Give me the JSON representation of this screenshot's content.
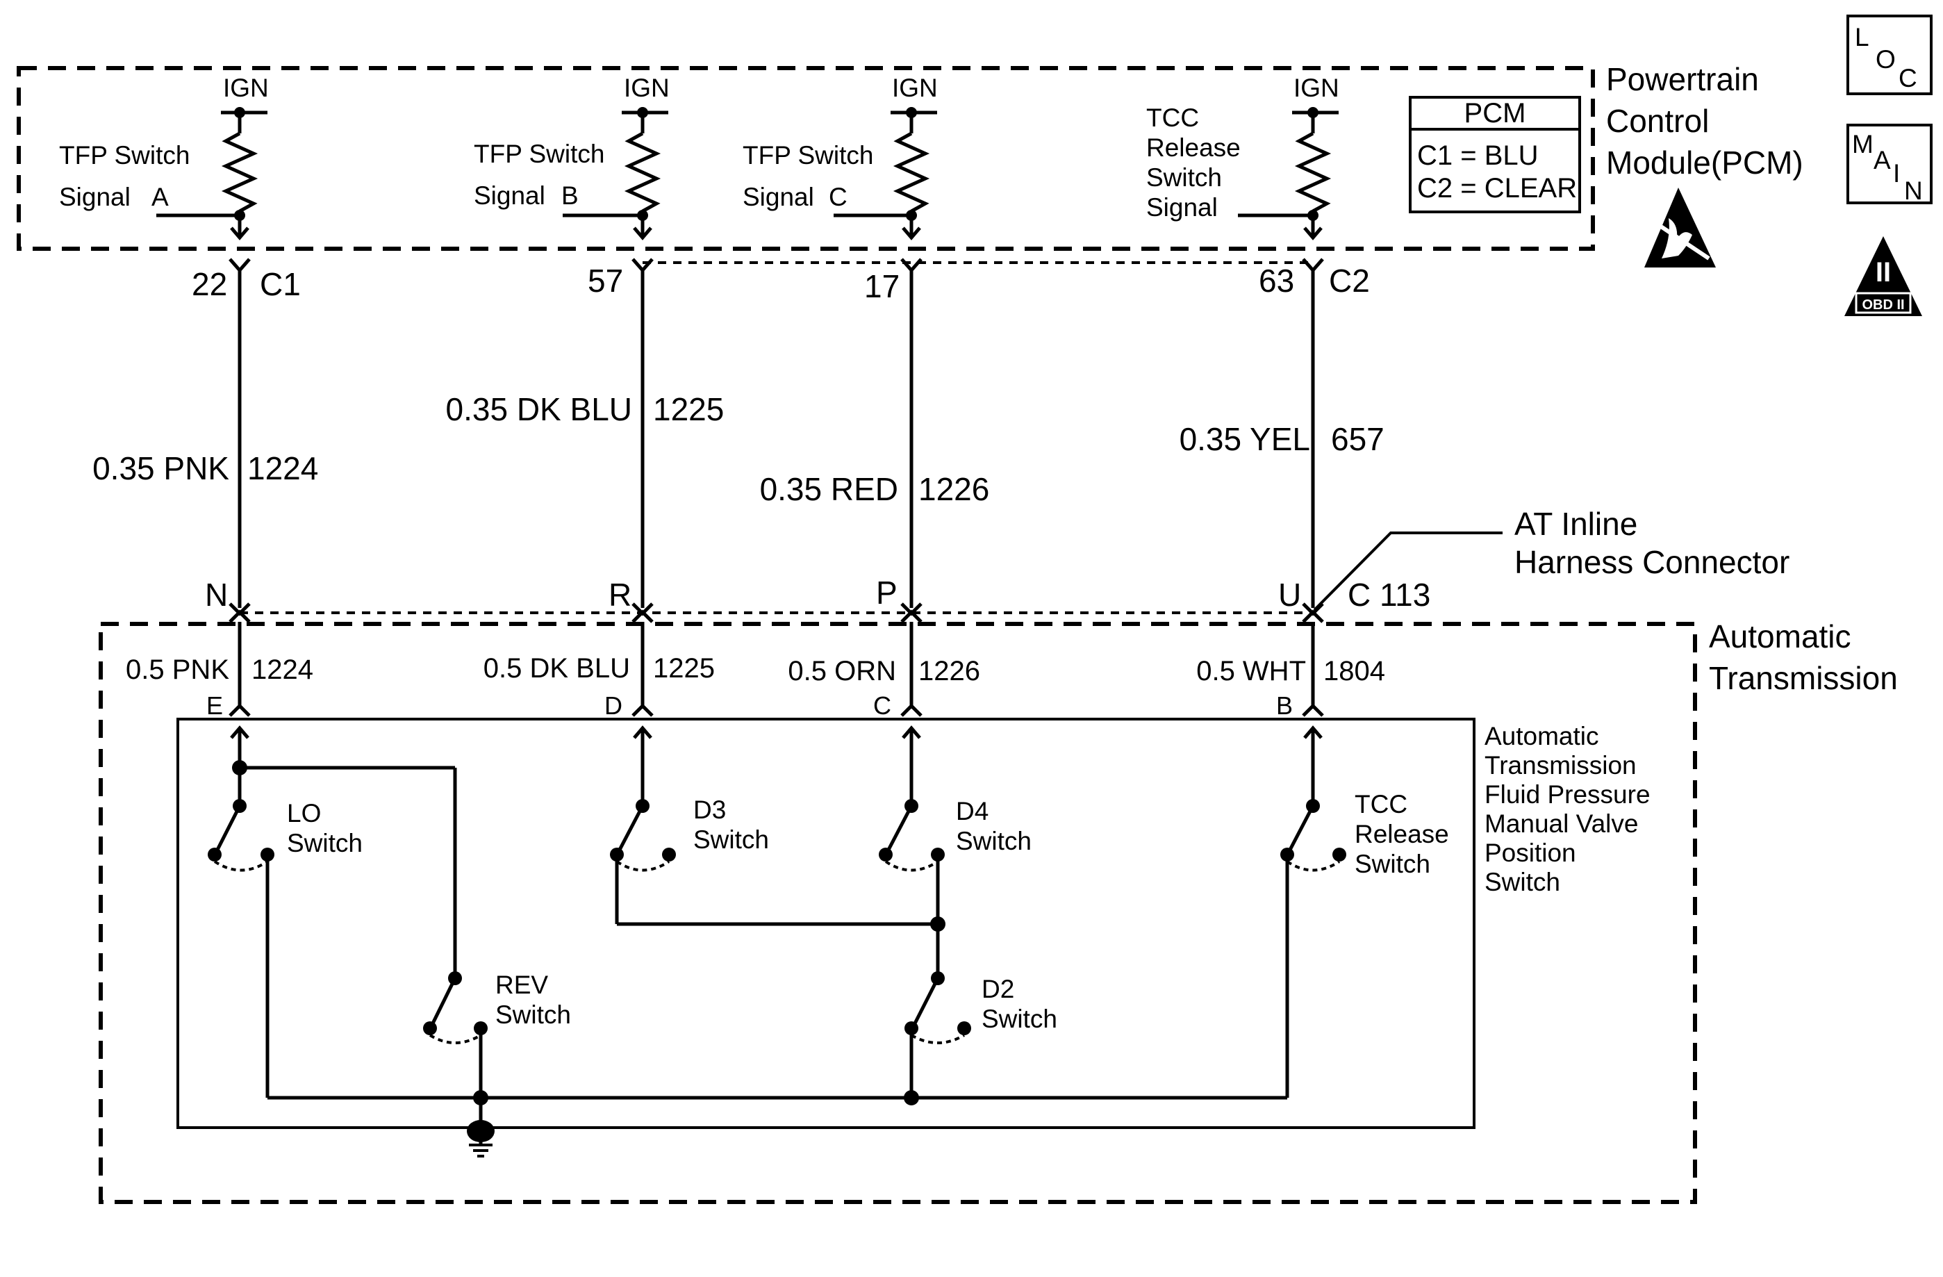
{
  "pcm": {
    "name_line1": "Powertrain",
    "name_line2": "Control",
    "name_line3": "Module(PCM)",
    "ign": [
      "IGN",
      "IGN",
      "IGN",
      "IGN"
    ],
    "signals": [
      {
        "line1": "TFP Switch",
        "line2": "Signal",
        "suffix": "A"
      },
      {
        "line1": "TFP Switch",
        "line2": "Signal",
        "suffix": "B"
      },
      {
        "line1": "TFP Switch",
        "line2": "Signal",
        "suffix": "C"
      },
      {
        "line1": "TCC",
        "line2": "Release",
        "line3": "Switch",
        "line4": "Signal"
      }
    ],
    "legend": {
      "title": "PCM",
      "c1": "C1 = BLU",
      "c2": "C2 = CLEAR"
    }
  },
  "pcm_pins": [
    {
      "pin": "22",
      "connector": "C1"
    },
    {
      "pin": "57"
    },
    {
      "pin": "17"
    },
    {
      "pin": "63",
      "connector": "C2"
    }
  ],
  "wires_upper": [
    {
      "gauge_color": "0.35 PNK",
      "circuit": "1224"
    },
    {
      "gauge_color": "0.35 DK BLU",
      "circuit": "1225"
    },
    {
      "gauge_color": "0.35 RED",
      "circuit": "1226"
    },
    {
      "gauge_color": "0.35 YEL",
      "circuit": "657"
    }
  ],
  "inline_connector": {
    "label_line1": "AT Inline",
    "label_line2": "Harness Connector",
    "id": "C 113",
    "pins": [
      "N",
      "R",
      "P",
      "U"
    ]
  },
  "wires_lower": [
    {
      "gauge_color": "0.5 PNK",
      "circuit": "1224"
    },
    {
      "gauge_color": "0.5 DK BLU",
      "circuit": "1225"
    },
    {
      "gauge_color": "0.5 ORN",
      "circuit": "1226"
    },
    {
      "gauge_color": "0.5 WHT",
      "circuit": "1804"
    }
  ],
  "trans_pins": [
    "E",
    "D",
    "C",
    "B"
  ],
  "transmission": {
    "line1": "Automatic",
    "line2": "Transmission"
  },
  "switch_assembly": {
    "line1": "Automatic",
    "line2": "Transmission",
    "line3": "Fluid Pressure",
    "line4": "Manual Valve",
    "line5": "Position",
    "line6": "Switch"
  },
  "switches": {
    "lo": {
      "line1": "LO",
      "line2": "Switch"
    },
    "d3": {
      "line1": "D3",
      "line2": "Switch"
    },
    "d4": {
      "line1": "D4",
      "line2": "Switch"
    },
    "tcc": {
      "line1": "TCC",
      "line2": "Release",
      "line3": "Switch"
    },
    "rev": {
      "line1": "REV",
      "line2": "Switch"
    },
    "d2": {
      "line1": "D2",
      "line2": "Switch"
    }
  },
  "icons": {
    "loc": {
      "l": "L",
      "o": "O",
      "c": "C"
    },
    "main": {
      "m": "M",
      "a": "A",
      "i": "I",
      "n": "N"
    },
    "obd": {
      "numeral": "II",
      "label": "OBD II"
    },
    "esd": "esd-warning-icon"
  }
}
